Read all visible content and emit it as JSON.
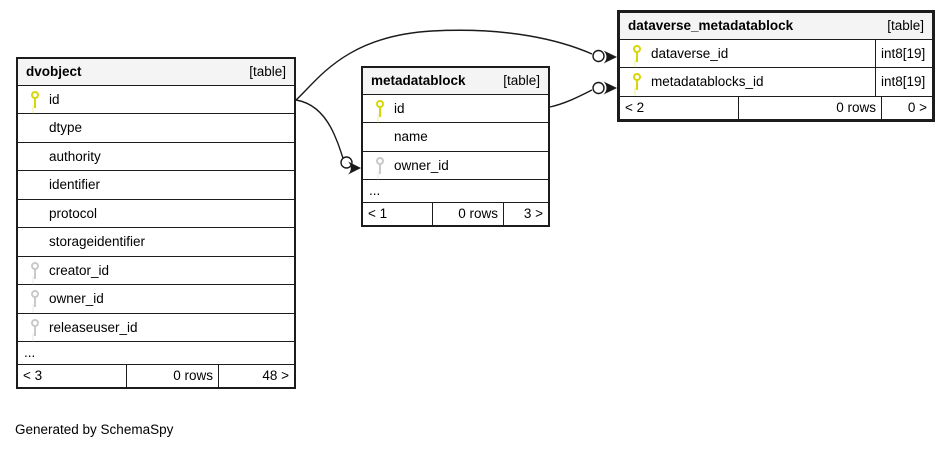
{
  "page": {
    "credit": "Generated by SchemaSpy"
  },
  "colors": {
    "pk_key": "#d6d60a",
    "fk_key": "#c9c9c9",
    "header_bg": "#f4f4f4",
    "border": "#1c1c1c",
    "background": "#ffffff"
  },
  "tables": [
    {
      "name": "dvobject",
      "tag": "[table]",
      "columns": [
        {
          "label": "id",
          "key": "pk"
        },
        {
          "label": "dtype",
          "key": "nokey"
        },
        {
          "label": "authority",
          "key": "nokey"
        },
        {
          "label": "identifier",
          "key": "nokey"
        },
        {
          "label": "protocol",
          "key": "nokey"
        },
        {
          "label": "storageidentifier",
          "key": "nokey"
        },
        {
          "label": "creator_id",
          "key": "fk"
        },
        {
          "label": "owner_id",
          "key": "fk"
        },
        {
          "label": "releaseuser_id",
          "key": "fk"
        }
      ],
      "ellipsis": "...",
      "footer": {
        "prev": "< 3",
        "rows": "0 rows",
        "next": "48 >"
      }
    },
    {
      "name": "metadatablock",
      "tag": "[table]",
      "columns": [
        {
          "label": "id",
          "key": "pk"
        },
        {
          "label": "name",
          "key": "nokey"
        },
        {
          "label": "owner_id",
          "key": "fk"
        }
      ],
      "ellipsis": "...",
      "footer": {
        "prev": "< 1",
        "rows": "0 rows",
        "next": "3 >"
      }
    },
    {
      "name": "dataverse_metadatablock",
      "tag": "[table]",
      "columns": [
        {
          "label": "dataverse_id",
          "key": "pk",
          "type": "int8[19]"
        },
        {
          "label": "metadatablocks_id",
          "key": "pk",
          "type": "int8[19]"
        }
      ],
      "footer": {
        "prev": "< 2",
        "rows": "0 rows",
        "next": "0 >"
      }
    }
  ],
  "relationships": [
    {
      "pk": "dvobject.id",
      "fk": "dataverse_metadatablock.dataverse_id"
    },
    {
      "pk": "dvobject.id",
      "fk": "metadatablock.owner_id"
    },
    {
      "pk": "metadatablock.id",
      "fk": "dataverse_metadatablock.metadatablocks_id"
    }
  ]
}
